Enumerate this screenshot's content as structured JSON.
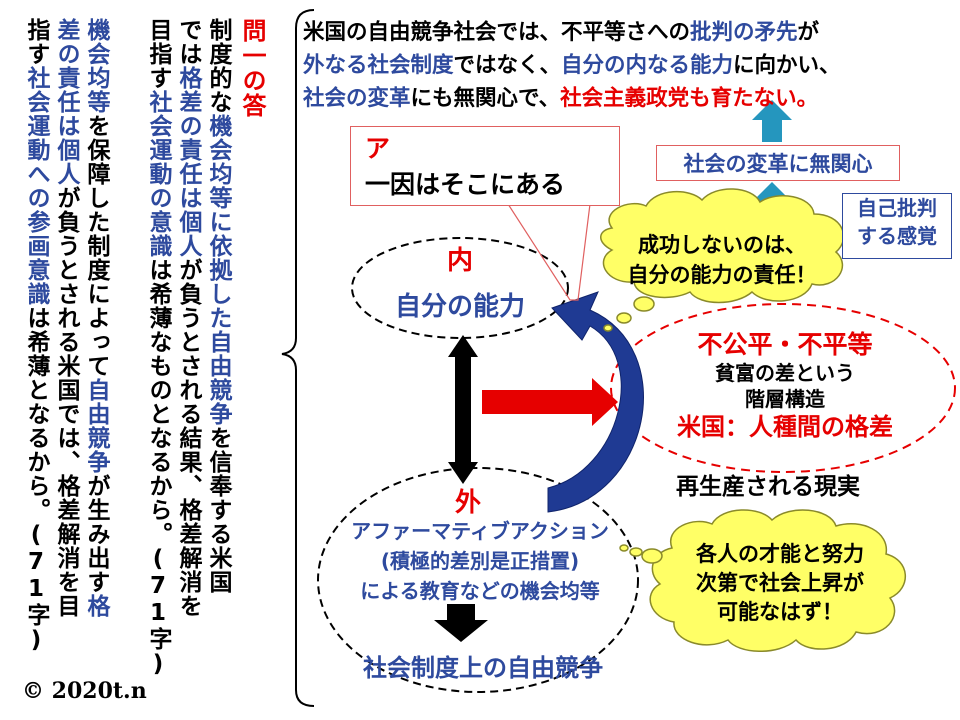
{
  "answer": {
    "heading": "問一の答",
    "col1": [
      "制度的な",
      "機会均等に依拠した自由競争",
      "を信奉する米国"
    ],
    "col2": [
      "では",
      "格差の責任は個人",
      "が負うとされる結果、格差解消を"
    ],
    "col3": [
      "目指す",
      "社会運動の意識",
      "は希薄なものとなるから。(71字)"
    ],
    "col4": [
      "機会均等",
      "を保障した制度によって",
      "自由競争",
      "が生み出す",
      "格"
    ],
    "col5": [
      "差の責任は個人",
      "が負うとされる米国では、格差解消を目"
    ],
    "col6": [
      "指す",
      "社会運動への参画意識",
      "は希薄となるから。(71字)"
    ]
  },
  "copyright": "© 2020t.n",
  "statement": {
    "line1": [
      {
        "t": "米国の自由競争社会では、不平等さへの",
        "c": "blk"
      },
      {
        "t": "批判の矛先",
        "c": "blue"
      },
      {
        "t": "が",
        "c": "blk"
      }
    ],
    "line2": [
      {
        "t": "外なる社会制度",
        "c": "blue"
      },
      {
        "t": "ではなく、",
        "c": "blk"
      },
      {
        "t": "自分の内なる能力",
        "c": "blue"
      },
      {
        "t": "に向かい、",
        "c": "blk"
      }
    ],
    "line3": [
      {
        "t": "社会の変革",
        "c": "blue"
      },
      {
        "t": "にも無関心で、",
        "c": "blk"
      },
      {
        "t": "社会主義政党も育たない。",
        "c": "red"
      }
    ]
  },
  "box_a": {
    "key": "ア",
    "text": "一因はそこにある"
  },
  "reform_box": "社会の変革に無関心",
  "self_critique": {
    "line1": "自己批判",
    "line2": "する感覚"
  },
  "inner": {
    "key": "内",
    "label": "自分の能力"
  },
  "outer": {
    "key": "外",
    "line1": "アファーマティブアクション",
    "line2": "(積極的差別是正措置)",
    "line3": "による教育などの機会均等",
    "bottom": "社会制度上の自由競争"
  },
  "inequality": {
    "title": "不公平・不平等",
    "line1": "貧富の差という",
    "line2": "階層構造",
    "line3": "米国：人種間の格差"
  },
  "reproduced": "再生産される現実",
  "cloud_top": {
    "line1": "成功しないのは、",
    "line2": "自分の能力の責任！"
  },
  "cloud_bottom": {
    "line1": "各人の才能と努力",
    "line2": "次第で社会上昇が",
    "line3": "可能なはず！"
  },
  "colors": {
    "red": "#e60000",
    "blue": "#2e4a9e",
    "teal": "#2596be",
    "cloud": "#ffff66",
    "navy": "#1f3a93"
  }
}
